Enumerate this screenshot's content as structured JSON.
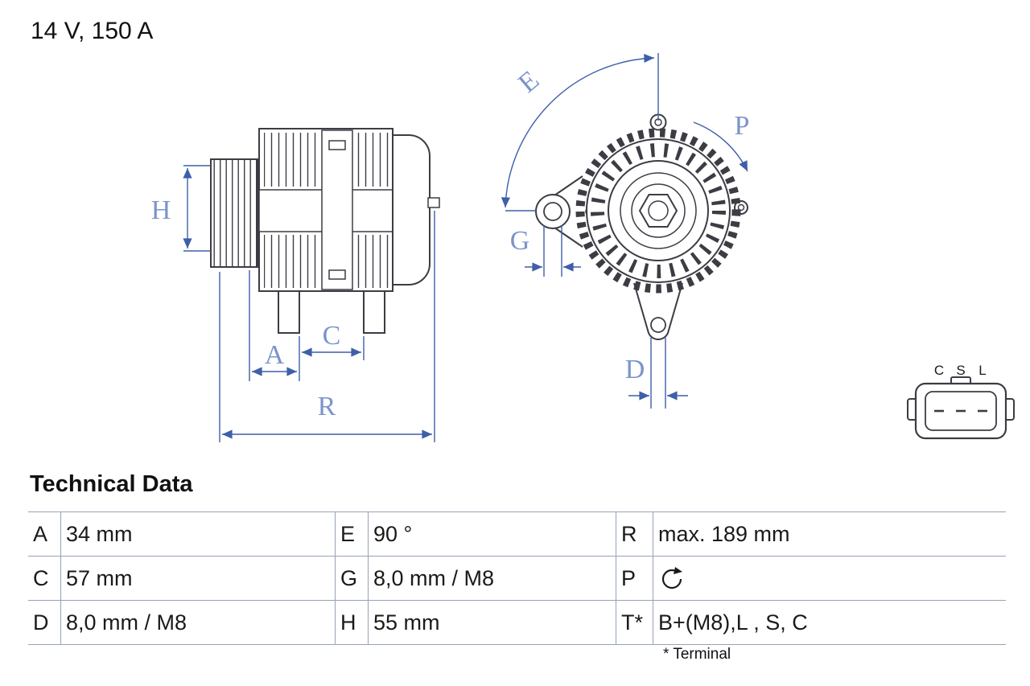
{
  "title": "14 V, 150 A",
  "diagram": {
    "dimension_labels": {
      "h": "H",
      "a": "A",
      "c": "C",
      "r": "R",
      "e": "E",
      "g": "G",
      "d": "D",
      "p": "P"
    },
    "connector_pins": [
      "C",
      "S",
      "L"
    ],
    "colors": {
      "dimension_line": "#3e5fa9",
      "dimension_label": "#7b94c9",
      "drawing_line": "#3c3c44",
      "table_border": "#97a3b4"
    },
    "icons": {
      "rotation": "rotation-direction-clockwise-icon"
    }
  },
  "technical_data": {
    "heading": "Technical Data",
    "rows": [
      {
        "k1": "A",
        "v1": "34 mm",
        "k2": "E",
        "v2": "90 °",
        "k3": "R",
        "v3": "max. 189 mm"
      },
      {
        "k1": "C",
        "v1": "57 mm",
        "k2": "G",
        "v2": "8,0 mm / M8",
        "k3": "P",
        "v3": ""
      },
      {
        "k1": "D",
        "v1": "8,0 mm / M8",
        "k2": "H",
        "v2": "55 mm",
        "k3": "T*",
        "v3": "B+(M8),L , S, C"
      }
    ],
    "footnote": "* Terminal"
  }
}
